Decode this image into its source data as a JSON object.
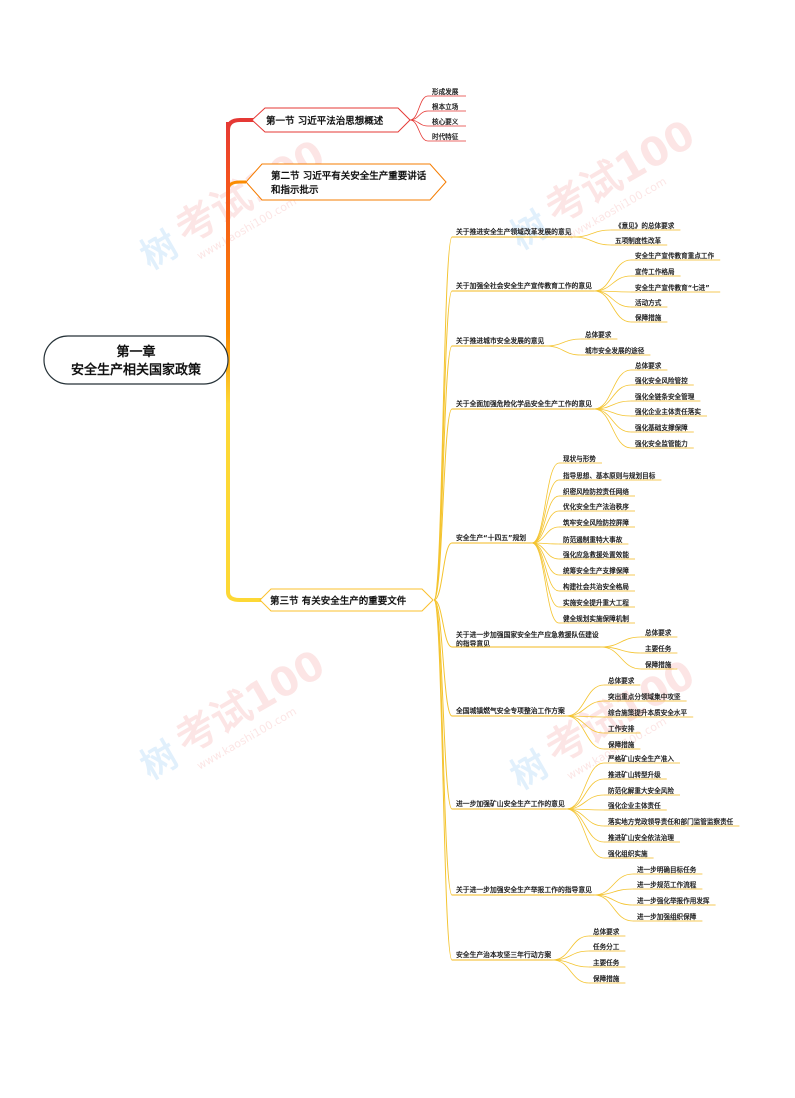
{
  "root": {
    "line1": "第一章",
    "line2": "安全生产相关国家政策"
  },
  "section1": {
    "title": "第一节 习近平法治思想概述",
    "items": [
      "形成发展",
      "根本立场",
      "核心要义",
      "时代特征"
    ]
  },
  "section2": {
    "title_line1": "第二节 习近平有关安全生产重要讲话",
    "title_line2": "和指示批示"
  },
  "section3": {
    "title": "第三节 有关安全生产的重要文件",
    "docs": [
      {
        "label": [
          "关于推进安全生产领域改革发展的意见"
        ],
        "items": [
          "《意见》的总体要求",
          "五项制度性改革"
        ]
      },
      {
        "label": [
          "关于加强全社会安全生产宣传教育工作的意见"
        ],
        "items": [
          "安全生产宣传教育重点工作",
          "宣传工作格局",
          "安全生产宣传教育“七进”",
          "活动方式",
          "保障措施"
        ]
      },
      {
        "label": [
          "关于推进城市安全发展的意见"
        ],
        "items": [
          "总体要求",
          "城市安全发展的途径"
        ]
      },
      {
        "label": [
          "关于全面加强危险化学品安全生产工作的意见"
        ],
        "items": [
          "总体要求",
          "强化安全风险管控",
          "强化全链条安全管理",
          "强化企业主体责任落实",
          "强化基础支撑保障",
          "强化安全监管能力"
        ]
      },
      {
        "label": [
          "安全生产“十四五”规划"
        ],
        "items": [
          "现状与形势",
          "指导思想、基本原则与规划目标",
          "织密风险防控责任网络",
          "优化安全生产法治秩序",
          "筑牢安全风险防控屏障",
          "防范遏制重特大事故",
          "强化应急救援处置效能",
          "统筹安全生产支撑保障",
          "构建社会共治安全格局",
          "实施安全提升重大工程",
          "健全规划实施保障机制"
        ]
      },
      {
        "label": [
          "关于进一步加强国家安全生产应急救援队伍建设",
          "的指导意见"
        ],
        "items": [
          "总体要求",
          "主要任务",
          "保障措施"
        ]
      },
      {
        "label": [
          "全国城镇燃气安全专项整治工作方案"
        ],
        "items": [
          "总体要求",
          "突出重点分领域集中攻坚",
          "综合施策提升本质安全水平",
          "工作安排",
          "保障措施"
        ]
      },
      {
        "label": [
          "进一步加强矿山安全生产工作的意见"
        ],
        "items": [
          "严格矿山安全生产准入",
          "推进矿山转型升级",
          "防范化解重大安全风险",
          "强化企业主体责任",
          "落实地方党政领导责任和部门监管监察责任",
          "推进矿山安全依法治理",
          "强化组织实施"
        ]
      },
      {
        "label": [
          "关于进一步加强安全生产举报工作的指导意见"
        ],
        "items": [
          "进一步明确目标任务",
          "进一步规范工作流程",
          "进一步强化举报作用发挥",
          "进一步加强组织保障"
        ]
      },
      {
        "label": [
          "安全生产治本攻坚三年行动方案"
        ],
        "items": [
          "总体要求",
          "任务分工",
          "主要任务",
          "保障措施"
        ]
      }
    ]
  },
  "watermark": {
    "brand": "考试100",
    "site": "www.kaoshi100.com",
    "logo_char": "树"
  },
  "colors": {
    "trunk_top": "#e53935",
    "trunk_mid": "#fb8c00",
    "trunk_bottom": "#fdd835",
    "sec1_border": "#e53935",
    "sec2_border": "#f57c00",
    "sec3_border": "#fbc02d",
    "branch": "#f4c430",
    "leaf_underline": "#f3b81f"
  }
}
